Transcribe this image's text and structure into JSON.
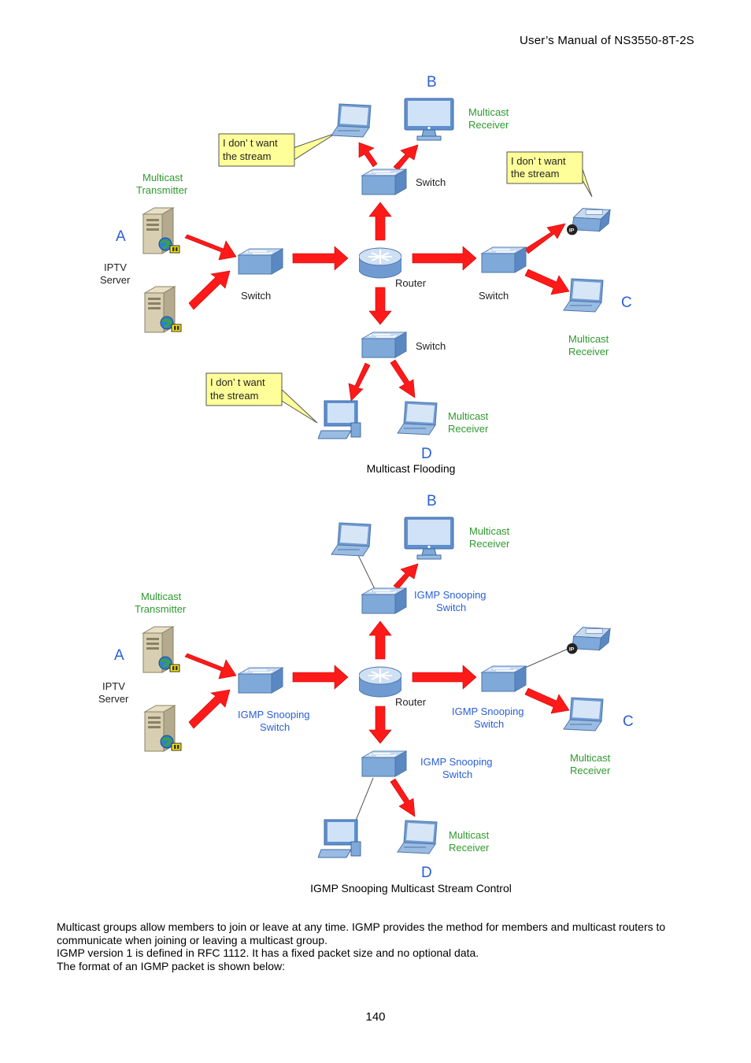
{
  "header": "User’s  Manual  of  NS3550-8T-2S",
  "figure1": {
    "caption": "Multicast Flooding",
    "letters": {
      "a": "A",
      "b": "B",
      "c": "C",
      "d": "D"
    },
    "transmitter": [
      "Multicast",
      "Transmitter"
    ],
    "server": [
      "IPTV",
      "Server"
    ],
    "receiver": [
      "Multicast",
      "Receiver"
    ],
    "switch": "Switch",
    "router": "Router",
    "bubble": [
      "I don’  t want",
      "the stream"
    ]
  },
  "figure2": {
    "caption": "IGMP Snooping Multicast Stream Control",
    "letters": {
      "a": "A",
      "b": "B",
      "c": "C",
      "d": "D"
    },
    "transmitter": [
      "Multicast",
      "Transmitter"
    ],
    "server": [
      "IPTV",
      "Server"
    ],
    "receiver": [
      "Multicast",
      "Receiver"
    ],
    "snoop_switch": [
      "IGMP Snooping",
      "Switch"
    ],
    "router": "Router"
  },
  "body": [
    "Multicast groups allow members to join or leave at any time. IGMP provides the method for members and multicast routers to communicate when joining or leaving a multicast group.",
    "IGMP version 1 is defined in RFC 1112. It has a fixed packet size and no optional data.",
    "The format of an IGMP packet is shown below:"
  ],
  "page_number": "140",
  "colors": {
    "arrow": "#ff0000",
    "green_label": "#2e9a2e",
    "blue_label": "#2a5fd6",
    "bubble": "#ffff99",
    "device": "#7fa9d8"
  }
}
